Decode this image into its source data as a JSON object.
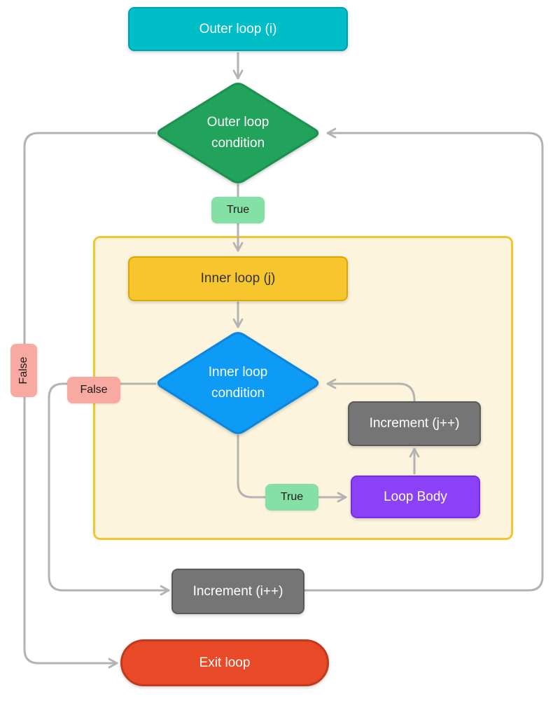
{
  "palette": {
    "arrow": "#B3B3B3",
    "teal_fill": "#00BEC8",
    "teal_border": "#00A2AB",
    "green_fill": "#23A35C",
    "green_border": "#1C9150",
    "gold_fill": "#F7C52E",
    "gold_border": "#DBA700",
    "container_fill": "#FCF4DC",
    "container_border": "#F5C52F",
    "blue_fill": "#0F9BF5",
    "blue_border": "#0B85DD",
    "purple_fill": "#8B41F6",
    "purple_border": "#7A2BE8",
    "gray_fill": "#757575",
    "gray_border": "#5A5A5A",
    "red_fill": "#E84A28",
    "red_border": "#C13A1B",
    "true_fill": "#85E0A5",
    "false_fill": "#F8A9A1"
  },
  "nodes": {
    "outer_loop": {
      "label": "Outer loop (i)"
    },
    "outer_condition": {
      "label": "Outer loop condition"
    },
    "inner_loop": {
      "label": "Inner loop (j)"
    },
    "inner_condition": {
      "label": "Inner loop condition"
    },
    "loop_body": {
      "label": "Loop Body"
    },
    "increment_j": {
      "label": "Increment (j++)"
    },
    "increment_i": {
      "label": "Increment (i++)"
    },
    "exit_loop": {
      "label": "Exit loop"
    }
  },
  "edge_labels": {
    "outer_true": "True",
    "inner_false": "False",
    "inner_true": "True",
    "outer_false": "False"
  },
  "styles": {
    "outer_loop": "background:#00BEC8;border-color:#00A2AB",
    "inner_loop": "background:#F7C52E;border-color:#DBA700",
    "container": "background:#FCF4DC;border-color:#F5C52F",
    "loop_body": "background:#8B41F6;border-color:#7A2BE8",
    "increment_j": "background:#757575;border-color:#5A5A5A",
    "increment_i": "background:#757575;border-color:#5A5A5A",
    "exit_loop": "background:#E84A28;border-color:#C13A1B",
    "true_label": "background:#85E0A5",
    "false_label": "background:#F8A9A1"
  }
}
